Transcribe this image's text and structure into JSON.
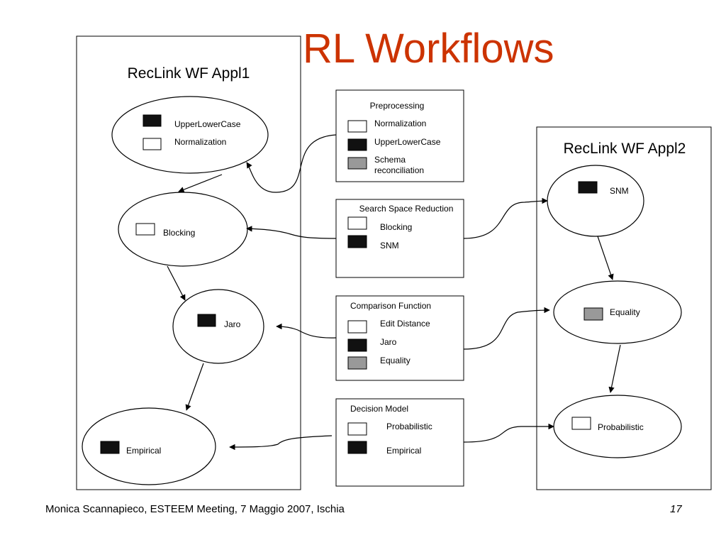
{
  "title": "RL Workflows",
  "app1": {
    "title": "RecLink WF Appl1",
    "nodes": [
      {
        "items": [
          {
            "label": "UpperLowerCase",
            "swatch": "black"
          },
          {
            "label": "Normalization",
            "swatch": "white"
          }
        ]
      },
      {
        "items": [
          {
            "label": "Blocking",
            "swatch": "white"
          }
        ]
      },
      {
        "items": [
          {
            "label": "Jaro",
            "swatch": "black"
          }
        ]
      },
      {
        "items": [
          {
            "label": "Empirical",
            "swatch": "black"
          }
        ]
      }
    ]
  },
  "app2": {
    "title": "RecLink WF Appl2",
    "nodes": [
      {
        "items": [
          {
            "label": "SNM",
            "swatch": "black"
          }
        ]
      },
      {
        "items": [
          {
            "label": "Equality",
            "swatch": "gray"
          }
        ]
      },
      {
        "items": [
          {
            "label": "Probabilistic",
            "swatch": "white"
          }
        ]
      }
    ]
  },
  "palettes": [
    {
      "title": "Preprocessing",
      "items": [
        {
          "label": "Normalization",
          "swatch": "white"
        },
        {
          "label": "UpperLowerCase",
          "swatch": "black"
        },
        {
          "label": "Schema reconciliation",
          "swatch": "gray"
        }
      ]
    },
    {
      "title": "Search Space Reduction",
      "items": [
        {
          "label": "Blocking",
          "swatch": "white"
        },
        {
          "label": "SNM",
          "swatch": "black"
        }
      ]
    },
    {
      "title": "Comparison Function",
      "items": [
        {
          "label": "Edit Distance",
          "swatch": "white"
        },
        {
          "label": "Jaro",
          "swatch": "black"
        },
        {
          "label": "Equality",
          "swatch": "gray"
        }
      ]
    },
    {
      "title": "Decision Model",
      "items": [
        {
          "label": "Probabilistic",
          "swatch": "white"
        },
        {
          "label": "Empirical",
          "swatch": "black"
        }
      ]
    }
  ],
  "footer": {
    "text": "Monica Scannapieco, ESTEEM Meeting, 7 Maggio 2007, Ischia",
    "page": "17"
  },
  "colors": {
    "title": "#cc3300",
    "swatch_black": "#111111",
    "swatch_gray": "#999999",
    "swatch_white": "#ffffff"
  }
}
